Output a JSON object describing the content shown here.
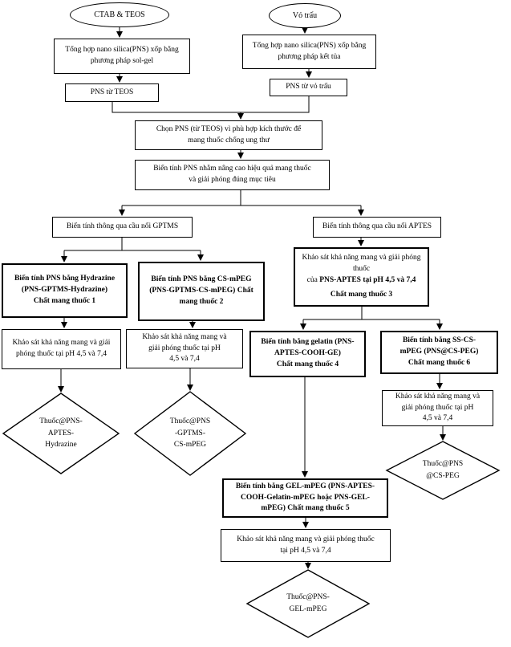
{
  "start": {
    "left": "CTAB & TEOS",
    "right": "Vỏ trấu"
  },
  "synth": {
    "left": [
      "Tổng hợp nano silica(PNS) xốp bằng",
      "phương pháp sol-gel"
    ],
    "right": [
      "Tổng hợp nano silica(PNS) xốp bằng",
      "phương pháp kết tủa"
    ]
  },
  "pns": {
    "left": "PNS từ TEOS",
    "right": "PNS từ vỏ trấu"
  },
  "choose": [
    "Chọn PNS (từ TEOS) vì phù hợp kích thước để",
    "mang thuốc chống ung thư"
  ],
  "modify": [
    "Biến tính PNS nhằm nâng cao hiệu quả mang thuốc",
    "và giải phóng đúng mục tiêu"
  ],
  "branch": {
    "gptms": "Biến tính thông qua cầu nối GPTMS",
    "aptes": "Biến tính thông qua cầu nối APTES"
  },
  "carrier1": [
    "Biến tính PNS bằng Hydrazine",
    "(PNS-GPTMS-Hydrazine)",
    "Chất mang thuốc 1"
  ],
  "carrier2": [
    "Biến tính PNS bằng CS-mPEG",
    "(PNS-GPTMS-CS-mPEG) Chất",
    "mang thuốc 2"
  ],
  "carrier3": {
    "line1": "Khảo sát khả năng mang và giải phóng thuốc",
    "line2_prefix": "của ",
    "line2_bold": "PNS-APTES tại pH 4,5 và 7,4",
    "line3": "Chất mang thuốc 3"
  },
  "survey1": [
    "Khảo sát khả năng mang và giải",
    "phóng thuốc tại pH 4,5 và 7,4"
  ],
  "survey2": [
    "Khảo sát khả năng mang và",
    "giải phóng thuốc tại pH",
    "4,5 và 7,4"
  ],
  "carrier4": [
    "Biến tính bằng gelatin (PNS-",
    "APTES-COOH-GE)",
    "Chất mang thuốc 4"
  ],
  "carrier6": [
    "Biến tính bằng SS-CS-",
    "mPEG (PNS@CS-PEG)",
    "Chất mang thuốc 6"
  ],
  "survey6": [
    "Khảo sát khả năng mang và",
    "giải phóng thuốc tại pH",
    "4,5 và 7,4"
  ],
  "drug1": [
    "Thuốc@PNS-",
    "APTES-",
    "Hydrazine"
  ],
  "drug2": [
    "Thuốc@PNS",
    "-GPTMS-",
    "CS-mPEG"
  ],
  "drug6": [
    "Thuốc@PNS",
    "@CS-PEG"
  ],
  "carrier5": [
    "Biến tính bằng GEL-mPEG (PNS-APTES-",
    "COOH-Gelatin-mPEG hoặc PNS-GEL-",
    "mPEG) Chất mang thuốc 5"
  ],
  "survey5": [
    "Khảo sát khả năng mang và giải phóng thuốc",
    "tại pH 4,5 và 7,4"
  ],
  "drug5": [
    "Thuốc@PNS-",
    "GEL-mPEG"
  ]
}
